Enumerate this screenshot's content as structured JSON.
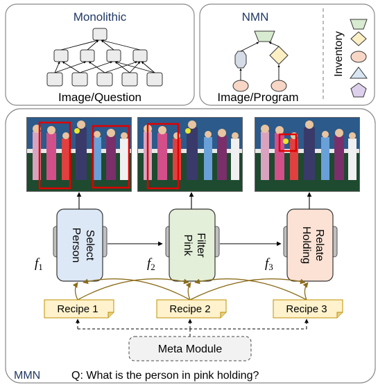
{
  "top_panels": {
    "monolithic": {
      "title": "Monolithic",
      "caption": "Image/Question"
    },
    "nmn": {
      "title": "NMN",
      "caption": "Image/Program"
    },
    "inventory": {
      "label": "Inventory"
    }
  },
  "modules": [
    {
      "func": "f",
      "sub": "1",
      "line1": "Select",
      "line2": "Person",
      "fill": "#dde8f6"
    },
    {
      "func": "f",
      "sub": "2",
      "line1": "Filter",
      "line2": "Pink",
      "fill": "#e3efd9"
    },
    {
      "func": "f",
      "sub": "3",
      "line1": "Relate",
      "line2": "Holding",
      "fill": "#fbe2d5"
    }
  ],
  "recipes": [
    "Recipe 1",
    "Recipe 2",
    "Recipe 3"
  ],
  "meta_module": "Meta Module",
  "footer": {
    "tag": "MMN",
    "question": "Q: What is the person in pink holding?"
  },
  "colors": {
    "title_blue": "#1f3864",
    "recipe_fill": "#fff2cc",
    "recipe_border": "#bf9000",
    "recipe_arrow": "#8b6c1a",
    "highlight_red": "#e00000"
  }
}
